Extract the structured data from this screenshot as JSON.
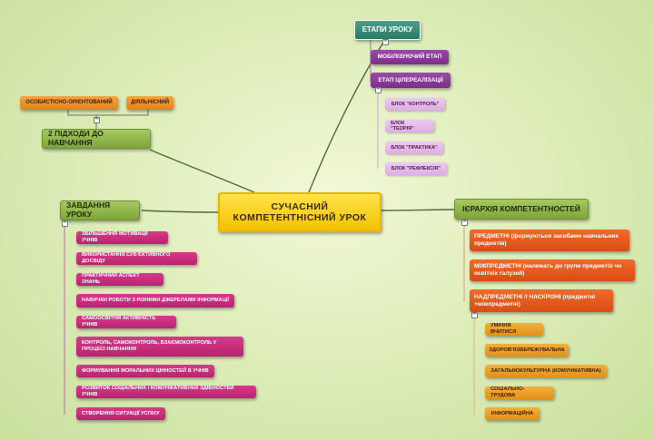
{
  "center": {
    "title": "СУЧАСНИЙ КОМПЕТЕНТНІСНИЙ УРОК"
  },
  "stages": {
    "title": "ЕТАПИ УРОКУ",
    "items": [
      "МОБІЛІЗУЮЧИЙ ЕТАП",
      "ЕТАП ЦІЛЕРЕАЛІЗАЦІЇ"
    ],
    "blocks": [
      "БЛОК \"КОНТРОЛЬ\"",
      "БЛОК \"ТЕОРІЯ\"",
      "БЛОК \"ПРАКТИКА\"",
      "БЛОК \"РЕФЛЕКСІЯ\""
    ]
  },
  "approaches": {
    "title": "2 ПІДХОДИ ДО НАВЧАННЯ",
    "items": [
      "ОСОБИСТІСНО-ОРІЄНТОВАНИЙ",
      "ДІЯЛЬНІСНИЙ"
    ]
  },
  "tasks": {
    "title": "ЗАВДАННЯ УРОКУ",
    "items": [
      "ЗБІЛЬШЕННЯ МОТИВАЦІЇ УЧНІВ",
      "ВИКОРИСТАННЯ СУБ'ЄКТИВНОГО ДОСВІДУ",
      "ПРАКТИЧНИЙ АСПЕКТ ЗНАНЬ",
      "НАВИЧКИ РОБОТИ З РІЗНИМИ ДЖЕРЕЛАМИ ІНФОРМАЦІЇ",
      "САМООСВІТНЯ АКТИВНІСТЬ УЧНІВ",
      "КОНТРОЛЬ, САМОКОНТРОЛЬ, ВЗАЄМОКОНТРОЛЬ У ПРОЦЕСІ НАВЧАННЯ",
      "ФОРМУВАННЯ МОРАЛЬНИХ ЦІННОСТЕЙ В УЧНІВ",
      "РОЗВИТОК СОЦІАЛЬНИХ І КОМУНІКАТИВНИХ ЗДІБНОСТЕЙ УЧНІВ",
      "СТВОРЕННЯ СИТУАЦІЇ УСПІХУ"
    ]
  },
  "hierarchy": {
    "title": "ІЄРАРХІЯ КОМПЕТЕНТНОСТЕЙ",
    "items": [
      "ПРЕДМЕТНІ (формуються засобами навчальних предметів)",
      "МІЖПРЕДМЕТНІ (належать до групи предметів чи освітніх галузей)",
      "НАДПРЕДМЕТНІ // НАСКРІЗНІ (предметні +міжпредметні)"
    ],
    "sub": [
      "УМІННЯ ВЧИТИСЯ",
      "ЗДОРОВ'ЯЗБЕРЕЖУВАЛЬНА",
      "ЗАГАЛЬНОКУЛЬТУРНА (КОМУНІКАТИВНА)",
      "СОЦІАЛЬНО-ТРУДОВА",
      "ІНФОРМАЦІЙНА"
    ]
  }
}
